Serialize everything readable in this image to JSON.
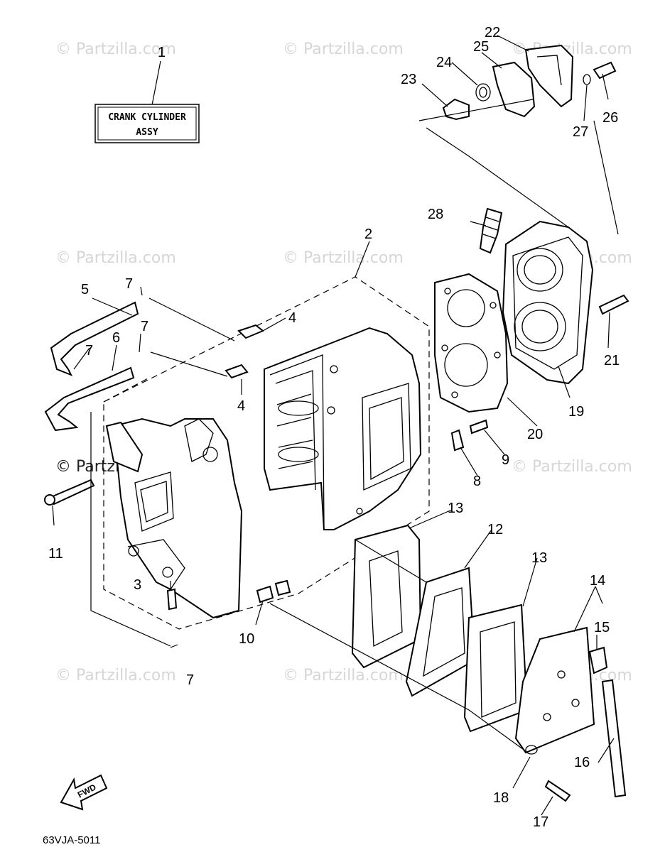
{
  "watermarks": [
    "© Partzilla.com"
  ],
  "assembly_box": {
    "number": "1",
    "line1": "CRANK CYLINDER",
    "line2": "ASSY"
  },
  "callouts": [
    "2",
    "3",
    "4",
    "4",
    "5",
    "6",
    "7",
    "7",
    "7",
    "7",
    "8",
    "9",
    "10",
    "11",
    "12",
    "13",
    "13",
    "14",
    "15",
    "16",
    "17",
    "18",
    "19",
    "20",
    "21",
    "22",
    "23",
    "24",
    "25",
    "26",
    "27",
    "28"
  ],
  "fwd_label": "FWD",
  "diagram_code": "63VJA-5011",
  "colors": {
    "line": "#000000",
    "watermark": "#d6d6d6",
    "background": "#ffffff"
  }
}
